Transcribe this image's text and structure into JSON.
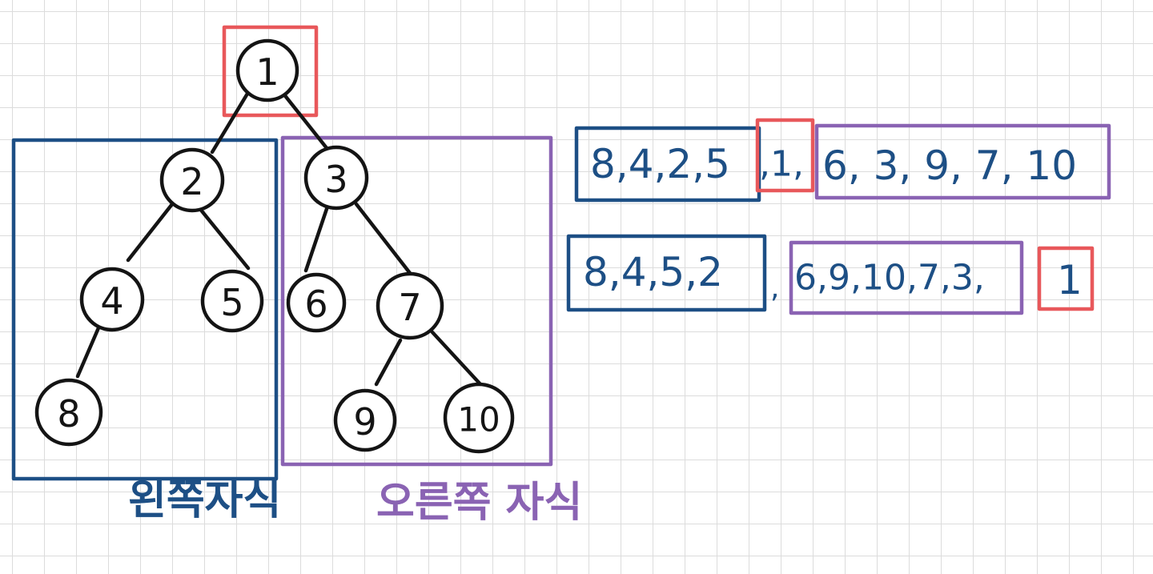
{
  "colors": {
    "ink": "#141414",
    "root": "#e8585b",
    "left": "#1d4f85",
    "right": "#8a63b3"
  },
  "tree": {
    "nodes": [
      "1",
      "2",
      "3",
      "4",
      "5",
      "6",
      "7",
      "8",
      "9",
      "10"
    ]
  },
  "labels": {
    "left_subtree": "왼쪽자식",
    "right_subtree": "오른쪽 자식"
  },
  "sequences": {
    "inorder": {
      "left": "8,4,2,5",
      "root": ",1,",
      "right": "6, 3, 9, 7, 10"
    },
    "postorder": {
      "left": "8,4,5,2",
      "sep": ",",
      "right": "6,9,10,7,3,",
      "root": "1"
    }
  }
}
